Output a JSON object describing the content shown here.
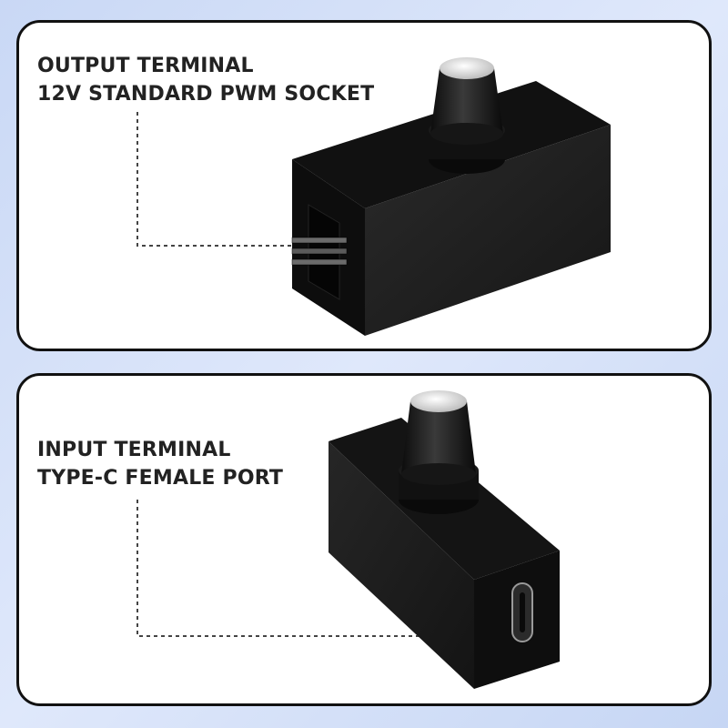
{
  "panels": {
    "output": {
      "line1": "OUTPUT TERMINAL",
      "line2": "12V STANDARD PWM SOCKET"
    },
    "input": {
      "line1": "INPUT TERMINAL",
      "line2": "TYPE-C FEMALE PORT"
    }
  },
  "colors": {
    "background": "#d2dff7",
    "panel_border": "#111111",
    "text": "#222222",
    "device_body": "#1c1c1c",
    "knob_cap": "#e8e8e8"
  }
}
